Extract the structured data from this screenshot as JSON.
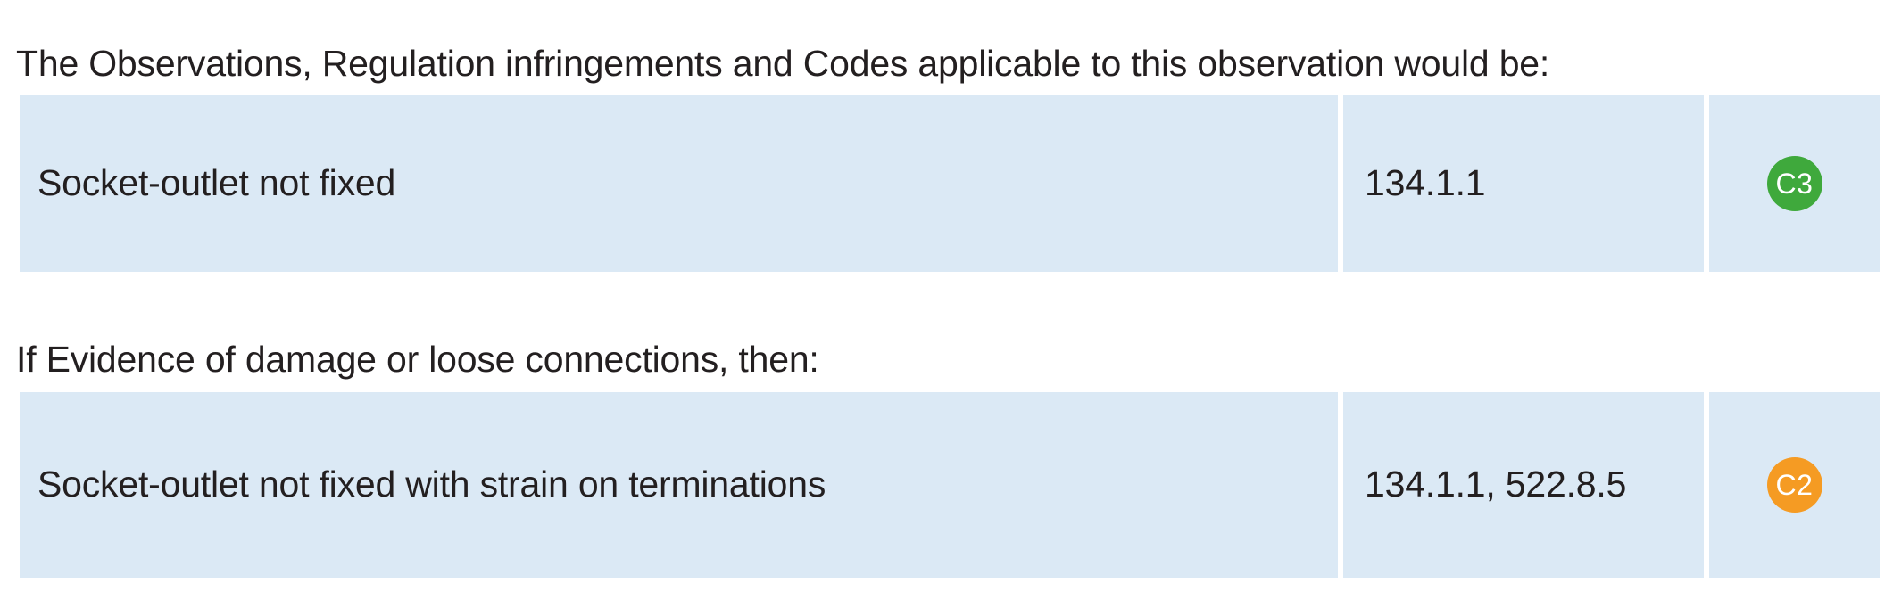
{
  "document": {
    "lead_text_1": "The Observations, Regulation infringements and Codes applicable to this observation would be:",
    "lead_text_2": "If Evidence of damage or loose connections, then:"
  },
  "colors": {
    "cell_background": "#dbe9f5",
    "page_background": "#ffffff",
    "text": "#231f20",
    "badge_c3_green": "#3fa93c",
    "badge_c2_orange": "#f59b23",
    "badge_text": "#ffffff"
  },
  "tables": [
    {
      "rows": [
        {
          "observation": "Socket-outlet not fixed",
          "regulation": "134.1.1",
          "code": "C3",
          "code_color": "#3fa93c"
        }
      ]
    },
    {
      "rows": [
        {
          "observation": "Socket-outlet not fixed with strain on terminations",
          "regulation": "134.1.1, 522.8.5",
          "code": "C2",
          "code_color": "#f59b23"
        }
      ]
    }
  ]
}
